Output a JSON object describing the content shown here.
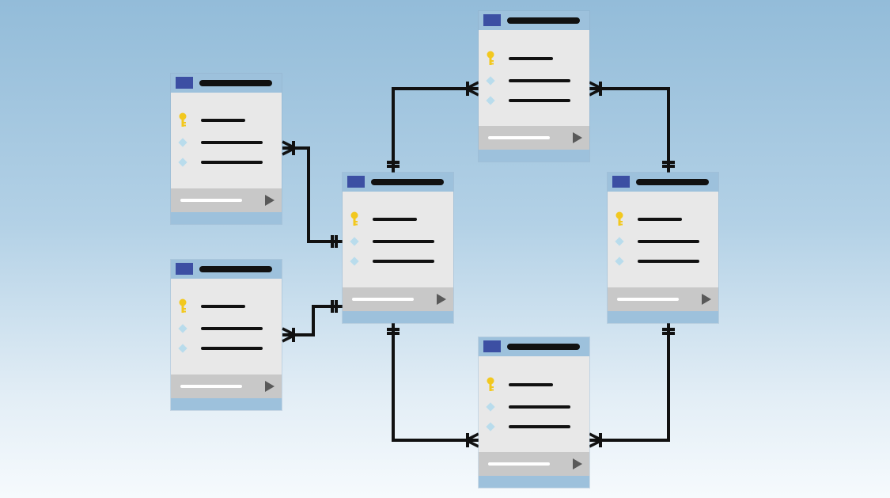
{
  "diagram": {
    "kind": "database-schema",
    "background": {
      "top": "#93bcd9",
      "bottom": "#f6fafd"
    },
    "colors": {
      "header": "#9dc1dc",
      "window_icon": "#3c4fa3",
      "card_body": "#e8e8e8",
      "footer": "#c8c8c8",
      "key": "#f2c81f",
      "field_marker": "#b9dcec",
      "line": "#111111"
    },
    "tables": [
      {
        "id": "top-left",
        "fields": [
          "primary-key",
          "field",
          "field"
        ]
      },
      {
        "id": "bottom-left",
        "fields": [
          "primary-key",
          "field",
          "field"
        ]
      },
      {
        "id": "center",
        "fields": [
          "primary-key",
          "field",
          "field"
        ]
      },
      {
        "id": "top",
        "fields": [
          "primary-key",
          "field",
          "field"
        ]
      },
      {
        "id": "right",
        "fields": [
          "primary-key",
          "field",
          "field"
        ]
      },
      {
        "id": "bottom",
        "fields": [
          "primary-key",
          "field",
          "field"
        ]
      }
    ],
    "relationships": [
      {
        "one": "center",
        "many": "top-left"
      },
      {
        "one": "center",
        "many": "bottom-left"
      },
      {
        "one": "center",
        "many": "top"
      },
      {
        "one": "center",
        "many": "bottom"
      },
      {
        "one": "right",
        "many": "top"
      },
      {
        "one": "right",
        "many": "bottom"
      }
    ]
  }
}
